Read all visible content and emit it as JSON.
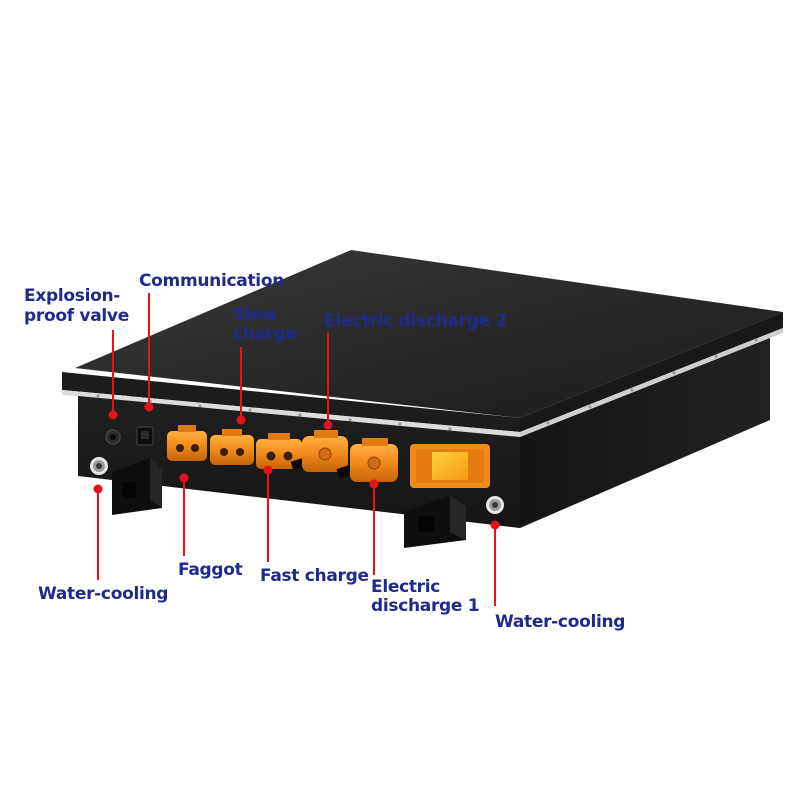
{
  "colors": {
    "label_text": "#1f2a8c",
    "leader_line": "#e8101a",
    "connector_orange": "#f08a1c",
    "battery_body": "#1b1b1b",
    "battery_top": "#2a2a2a",
    "rim_strip": "#d9d9d9"
  },
  "labels": {
    "explosion_proof_valve": {
      "lines": [
        "Explosion-",
        "proof valve"
      ]
    },
    "communication": {
      "lines": [
        "Communication"
      ]
    },
    "slow_charge": {
      "lines": [
        "Slow",
        "charge"
      ]
    },
    "electric_discharge_2": {
      "lines": [
        "Electric discharge 2"
      ]
    },
    "water_cooling_left": {
      "lines": [
        "Water-cooling"
      ]
    },
    "faggot": {
      "lines": [
        "Faggot"
      ]
    },
    "fast_charge": {
      "lines": [
        "Fast charge"
      ]
    },
    "electric_discharge_1": {
      "lines": [
        "Electric",
        "discharge 1"
      ]
    },
    "water_cooling_right": {
      "lines": [
        "Water-cooling"
      ]
    }
  }
}
